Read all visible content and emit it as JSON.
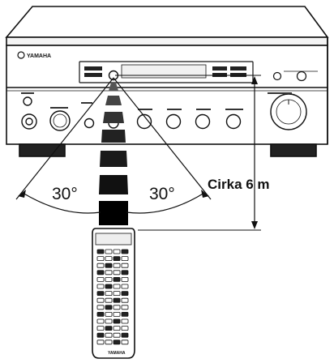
{
  "diagram": {
    "brand": "YAMAHA",
    "remote_brand": "YAMAHA",
    "angle_left": "30°",
    "angle_right": "30°",
    "distance_label": "Cirka 6 m"
  },
  "colors": {
    "stroke": "#111111",
    "panel": "#ffffff",
    "beam_dark": "#111111"
  },
  "icons": [
    "angle-arc",
    "distance-arrow",
    "ir-beam"
  ]
}
